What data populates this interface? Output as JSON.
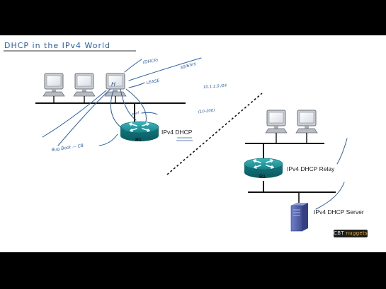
{
  "title": "DHCP in the IPv4 World",
  "left_network": {
    "host_label": "H",
    "router_label": "R1",
    "service_label": "IPv4 DHCP",
    "annotations": {
      "dhcp": "(DHCP)",
      "lease_time": "30/6hrs",
      "lease": "LEASE",
      "subnet": "10.1.1.0 /24",
      "range": "(10-200)",
      "pool": "pool",
      "bootp": "Bug Boot — CB"
    }
  },
  "right_network": {
    "router_label": "R1",
    "relay_label": "IPv4 DHCP Relay",
    "server_label": "IPv4 DHCP Server"
  },
  "badge": {
    "prefix": "CBT",
    "brand": "nuggets"
  },
  "colors": {
    "letterbox": "#000000",
    "canvas": "#ffffff",
    "router": "#1b8f95",
    "ink": "#2a5fa8",
    "server": "#5a6bb4"
  }
}
